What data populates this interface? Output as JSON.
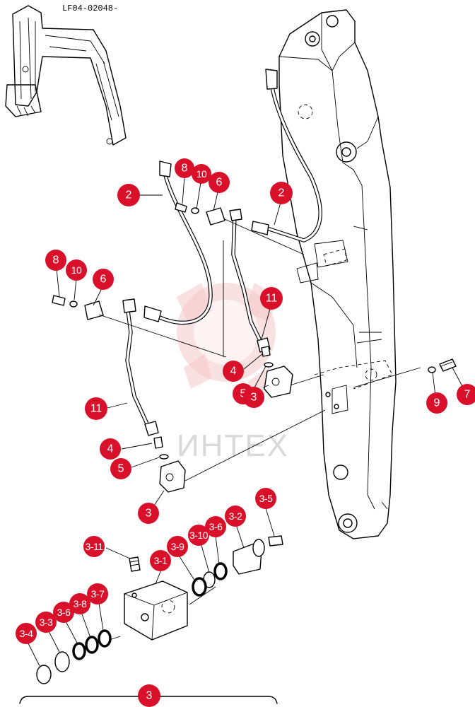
{
  "drawing_code": "LF04-02048-",
  "watermark": "ИНТЕХ",
  "callouts": {
    "c2a": "2",
    "c8a": "8",
    "c10a": "10",
    "c6a": "6",
    "c2b": "2",
    "c8b": "8",
    "c10b": "10",
    "c6b": "6",
    "c11a": "11",
    "c4a": "4",
    "c5a": "5",
    "c3a": "3",
    "c9": "9",
    "c7": "7",
    "c11b": "11",
    "c4b": "4",
    "c5b": "5",
    "c3b": "3",
    "c3_5": "3-5",
    "c3_2": "3-2",
    "c3_6a": "3-6",
    "c3_10": "3-10",
    "c3_9": "3-9",
    "c3_11": "3-11",
    "c3_1": "3-1",
    "c3_7": "3-7",
    "c3_8": "3-8",
    "c3_6b": "3-6",
    "c3_3": "3-3",
    "c3_4": "3-4",
    "c3_bottom": "3"
  },
  "colors": {
    "callout": "#d8102a",
    "line": "#000000",
    "watermark": "#f3b5b5"
  }
}
